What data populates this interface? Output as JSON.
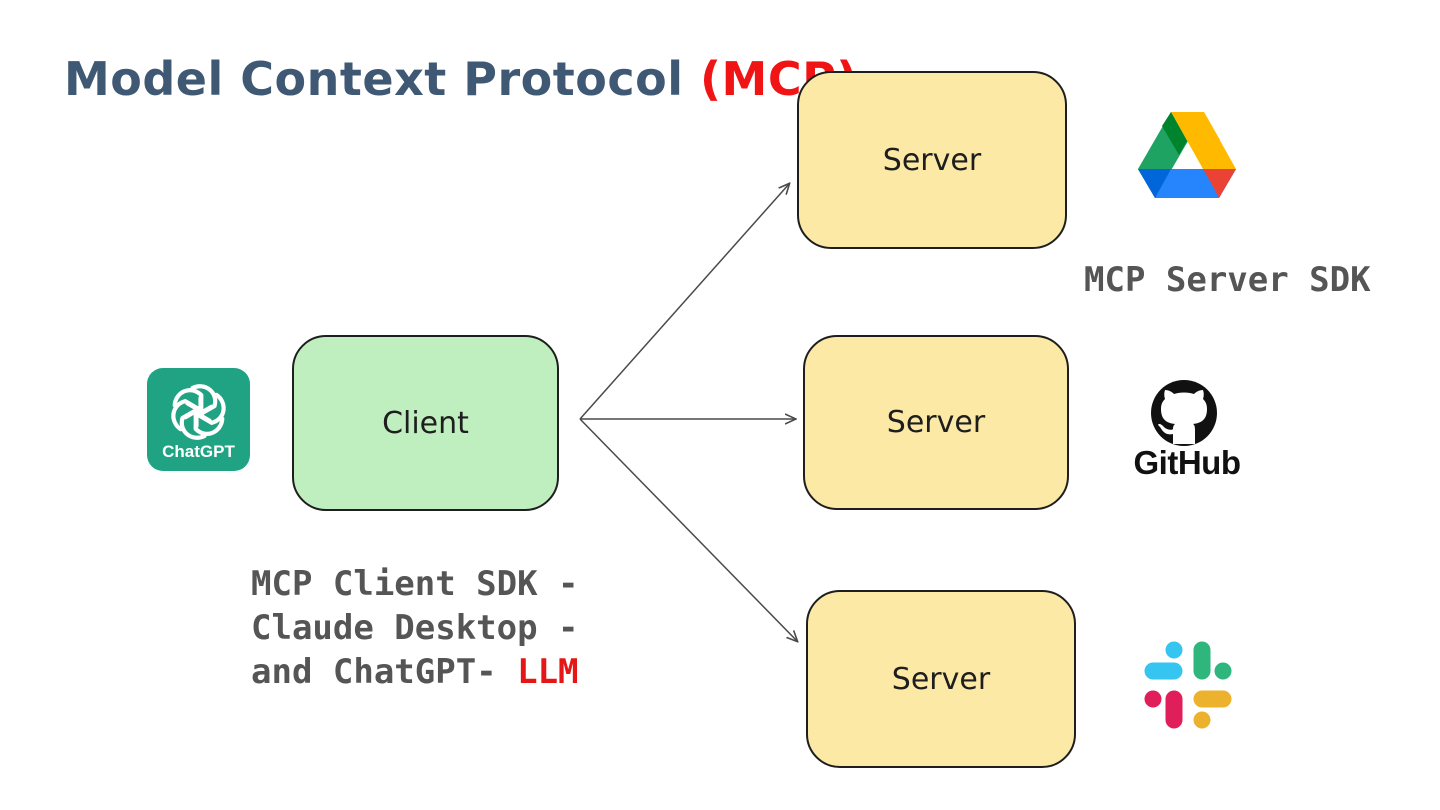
{
  "title": {
    "main": "Model Context Protocol ",
    "accent": "(MCP)"
  },
  "client_box": {
    "label": "Client"
  },
  "server_boxes": [
    {
      "label": "Server"
    },
    {
      "label": "Server"
    },
    {
      "label": "Server"
    }
  ],
  "server_note": "MCP Server SDK",
  "client_note": {
    "line1": "MCP Client SDK -",
    "line2": "Claude Desktop -",
    "line3_main": "and ChatGPT- ",
    "line3_accent": "LLM"
  },
  "logos": {
    "chatgpt": {
      "icon": "chatgpt-logo-icon",
      "label": "ChatGPT"
    },
    "google_drive": {
      "icon": "google-drive-icon"
    },
    "github": {
      "icon": "github-octocat-icon",
      "label": "GitHub"
    },
    "slack": {
      "icon": "slack-icon"
    }
  },
  "colors": {
    "title": "#3f5873",
    "accent_red": "#f01414",
    "server_fill": "#fbe9a5",
    "client_fill": "#c0efbf",
    "chatgpt_green": "#1fa383",
    "note_gray": "#555555"
  }
}
